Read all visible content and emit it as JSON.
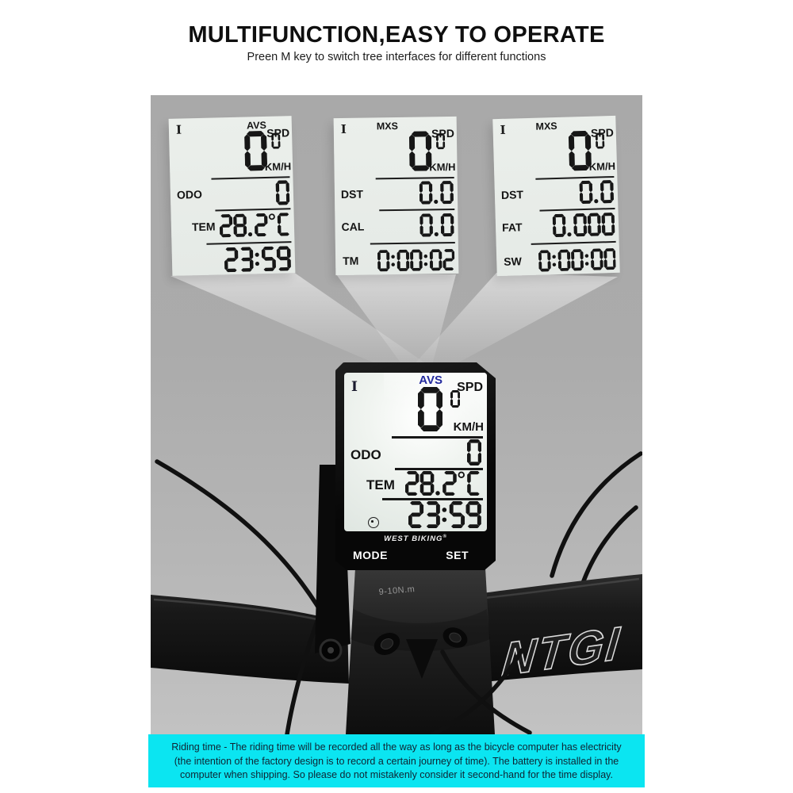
{
  "header": {
    "title": "MULTIFUNCTION,EASY TO OPERATE",
    "subtitle": "Preen M key to switch tree interfaces for different functions"
  },
  "colors": {
    "segment": "#161616",
    "avs_blue": "#232a9e",
    "stage_gray": "#ababab",
    "lcd_bg": "#e9ede9",
    "cyan_bg": "#0BE5F1",
    "footer_text": "#0f2433",
    "bezel_black": "#0d0d0d"
  },
  "screens": [
    {
      "mode_indicator": "I",
      "top_label": "AVS",
      "spd_label": "SPD",
      "speed": {
        "value": "0",
        "sub": "0",
        "unit": "KM/H"
      },
      "rows": [
        {
          "label": "ODO",
          "value": "0"
        },
        {
          "label": "TEM",
          "value": "28.2°C"
        },
        {
          "label": "",
          "value": "23:59"
        }
      ]
    },
    {
      "mode_indicator": "I",
      "top_label": "MXS",
      "spd_label": "SPD",
      "speed": {
        "value": "0",
        "sub": "0",
        "unit": "KM/H"
      },
      "rows": [
        {
          "label": "DST",
          "value": "0.0"
        },
        {
          "label": "CAL",
          "value": "0.0"
        },
        {
          "label": "TM",
          "value": "0:00:02"
        }
      ]
    },
    {
      "mode_indicator": "I",
      "top_label": "MXS",
      "spd_label": "SPD",
      "speed": {
        "value": "0",
        "sub": "0",
        "unit": "KM/H"
      },
      "rows": [
        {
          "label": "DST",
          "value": "0.0"
        },
        {
          "label": "FAT",
          "value": "0.000"
        },
        {
          "label": "SW",
          "value": "0:00:00"
        }
      ]
    }
  ],
  "device": {
    "mode_indicator": "I",
    "top_label": "AVS",
    "spd_label": "SPD",
    "speed": {
      "value": "0",
      "sub": "0",
      "unit": "KM/H"
    },
    "rows": [
      {
        "label": "ODO",
        "value": "0"
      },
      {
        "label": "TEM",
        "value": "28.2°C"
      },
      {
        "label": "",
        "value": "23:59"
      }
    ],
    "brand": "WEST BIKING",
    "brand_reg": "®",
    "buttons": {
      "mode": "MODE",
      "set": "SET"
    }
  },
  "photo": {
    "stem_marking": "9-10N.m",
    "handlebar_brand": "NTGI"
  },
  "footer": {
    "lines": [
      "Riding time - The riding time will be recorded all the way as long as the bicycle computer has electricity",
      "(the intention of the factory design is to record a certain journey of time). The battery is installed in the",
      "computer when shipping. So please do not mistakenly consider it second-hand for the time display."
    ]
  }
}
